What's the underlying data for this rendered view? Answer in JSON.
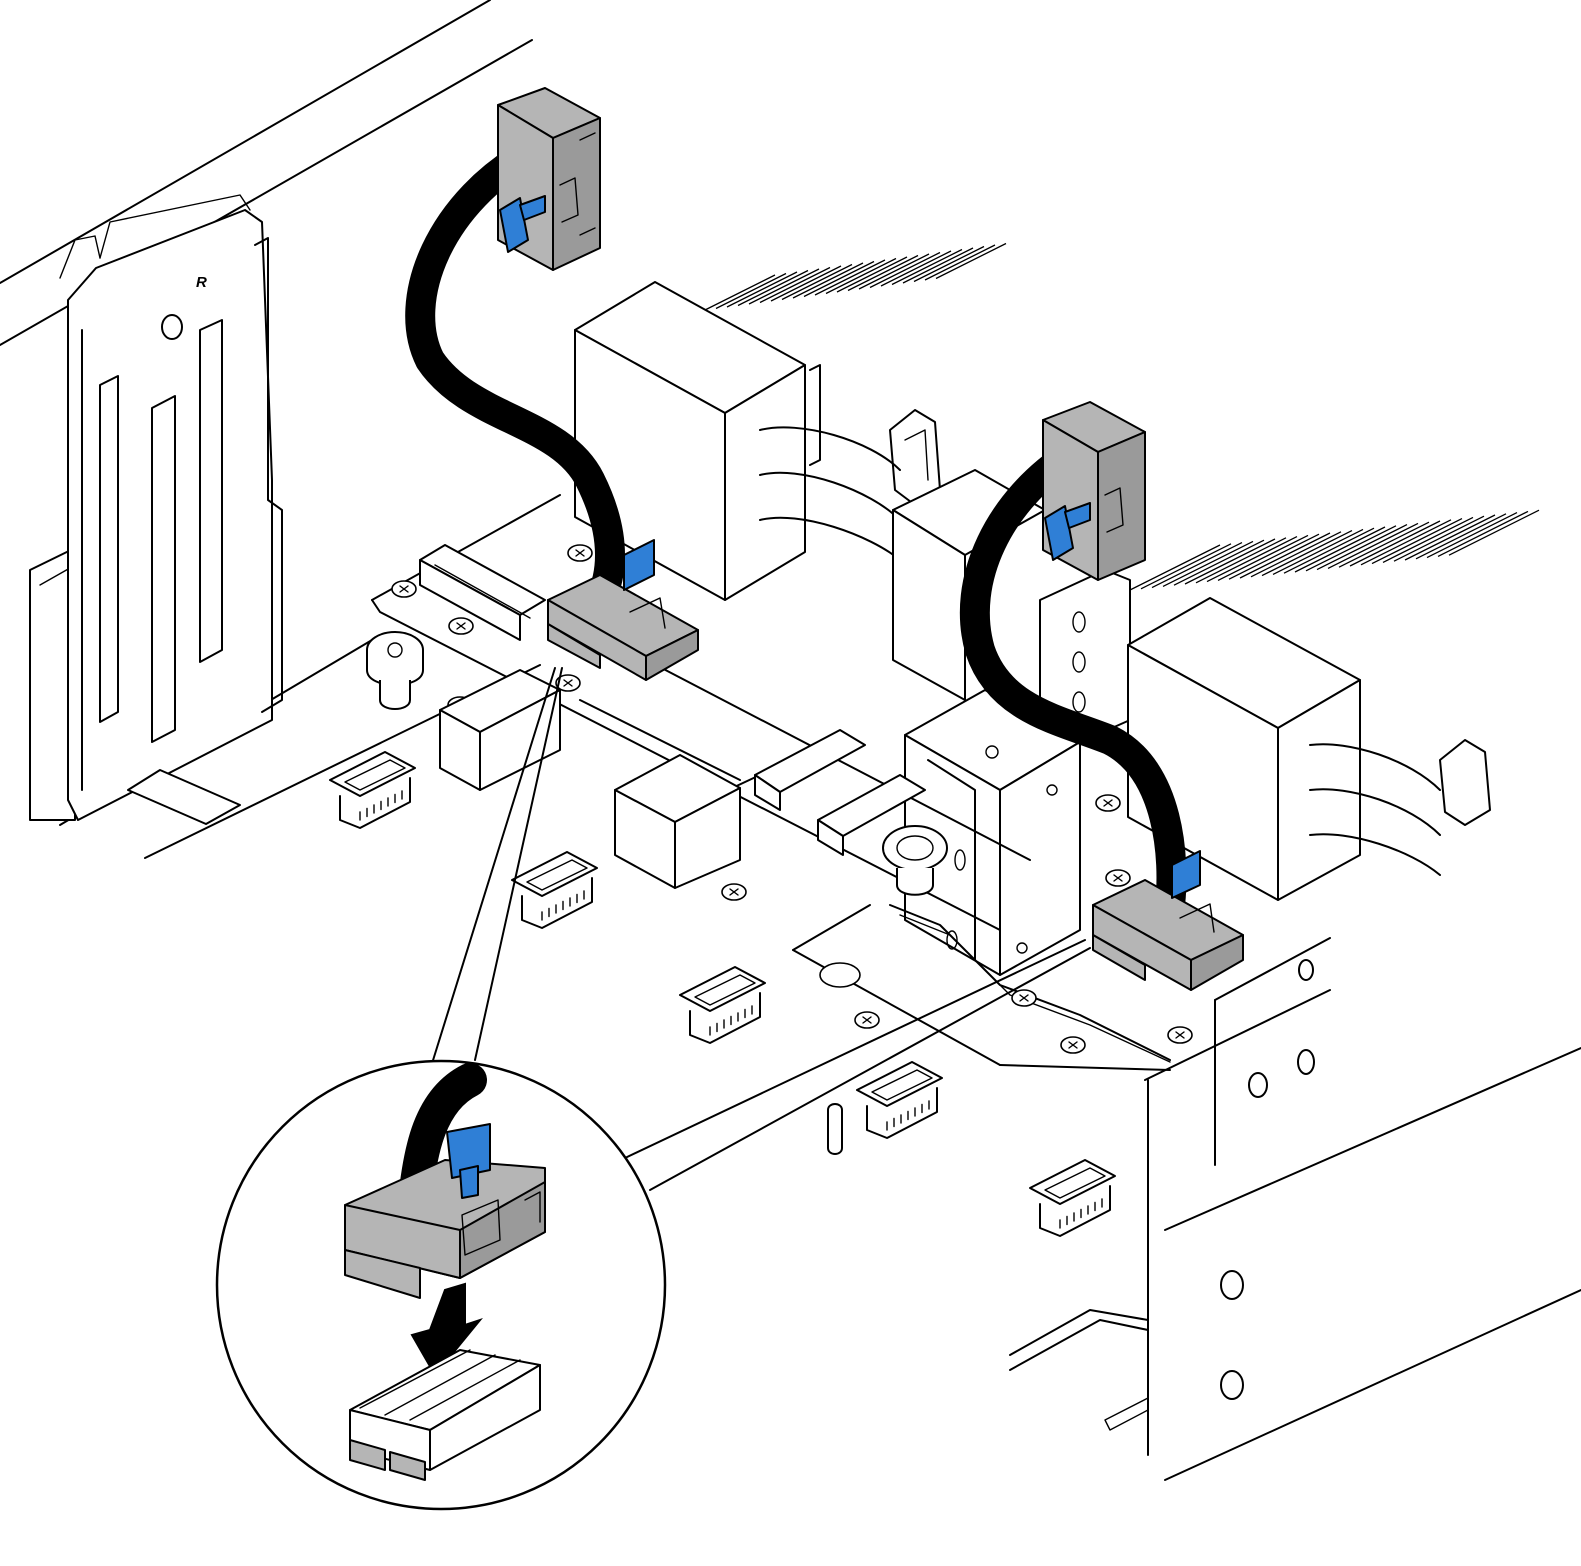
{
  "diagram": {
    "chassis_marking": "R",
    "colors": {
      "background": "#ffffff",
      "line": "#000000",
      "connector_housing": "#b5b5b5",
      "pull_tab": "#2f7fd6",
      "cable": "#000000"
    },
    "callout": {
      "shape": "circle",
      "direction": "down",
      "icon": "down-arrow-icon"
    }
  }
}
